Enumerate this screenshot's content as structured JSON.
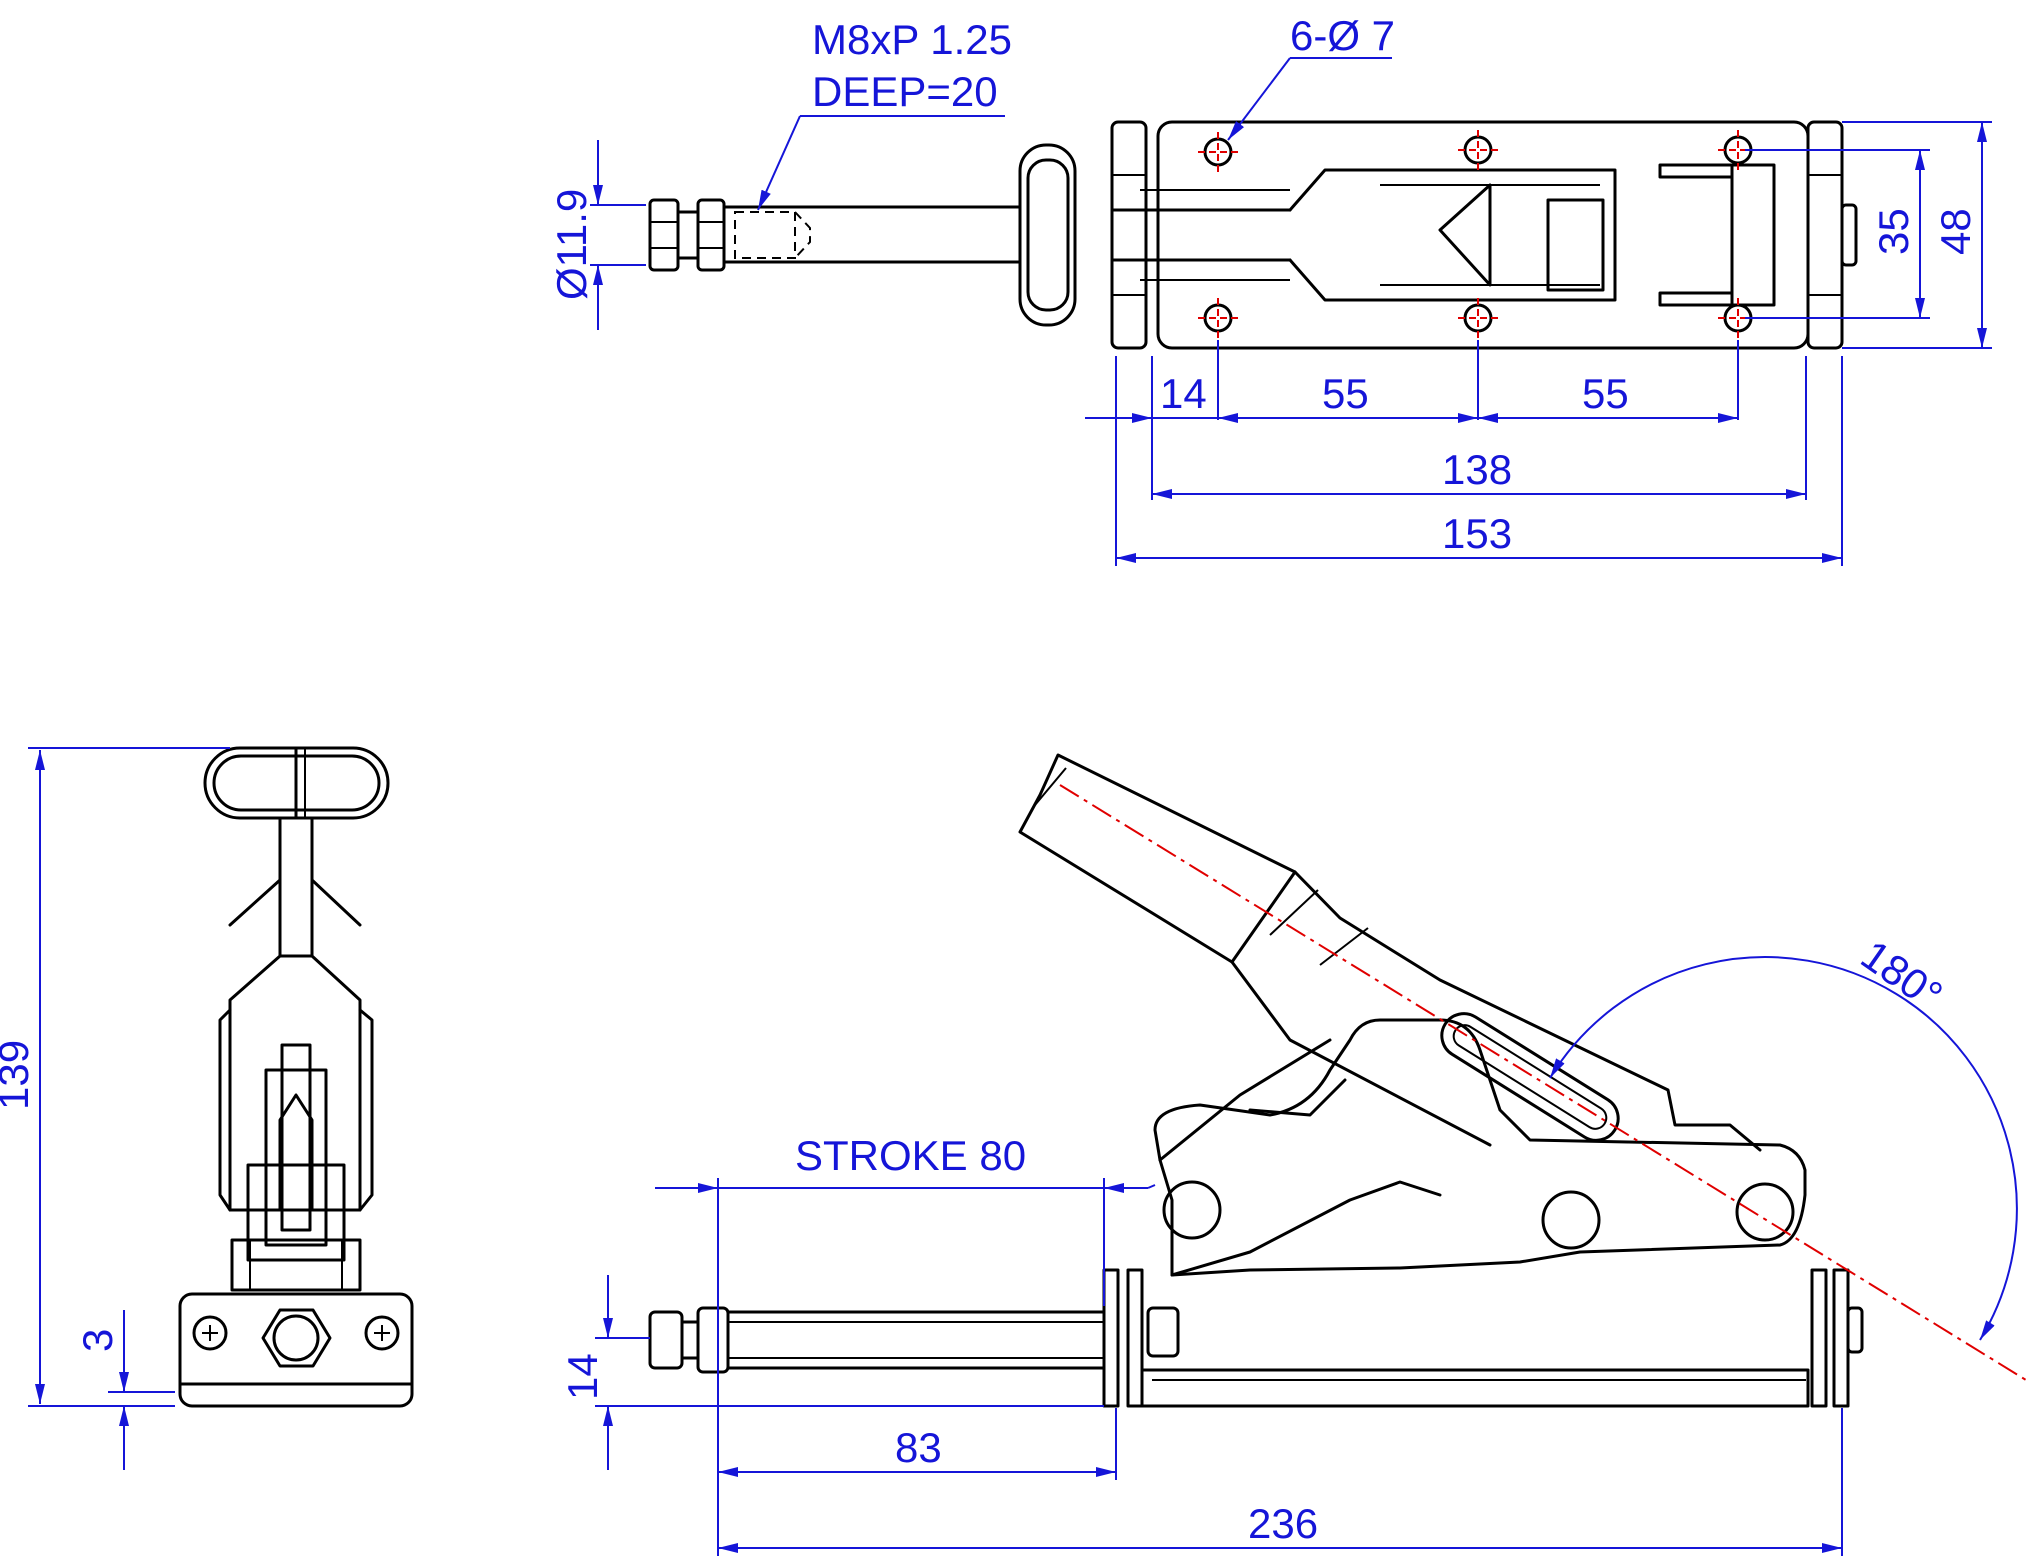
{
  "colors": {
    "dimension": "#1515d8",
    "centerline": "#e00000",
    "outline": "#000000",
    "background": "#ffffff"
  },
  "labels": {
    "thread": "M8xP 1.25",
    "deep": "DEEP=20",
    "holes": "6-Ø 7",
    "dia": "Ø11.9",
    "d35": "35",
    "d48": "48",
    "d14a": "14",
    "d55a": "55",
    "d55b": "55",
    "d138": "138",
    "d153": "153",
    "d139": "139",
    "d3": "3",
    "d14b": "14",
    "stroke": "STROKE 80",
    "d83": "83",
    "d236": "236",
    "angle": "180°"
  }
}
